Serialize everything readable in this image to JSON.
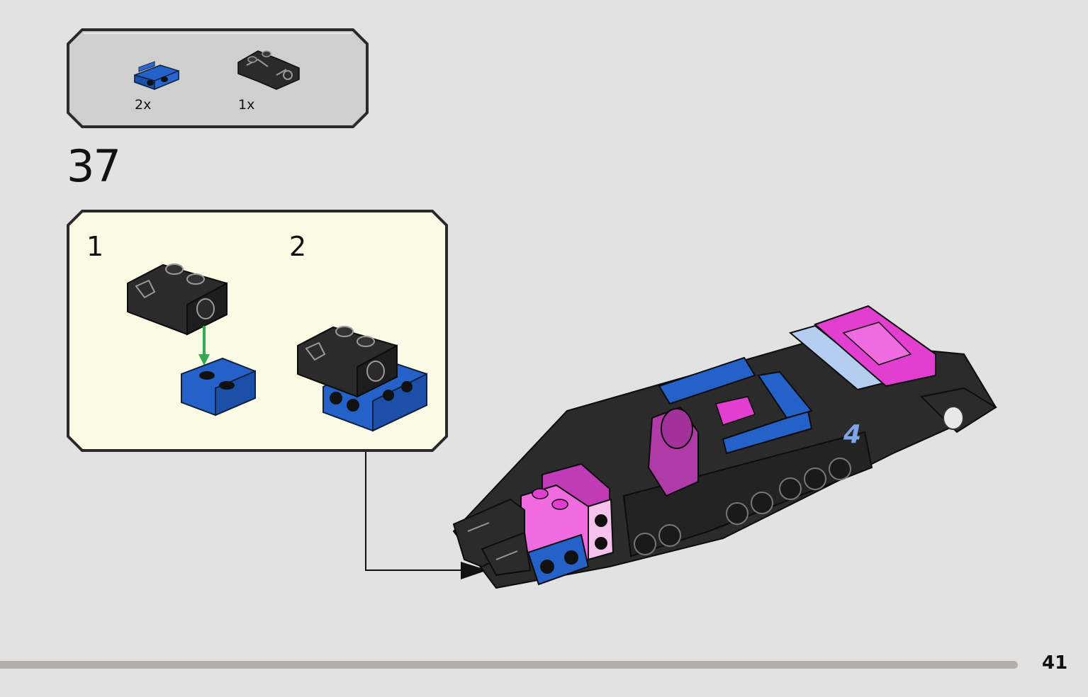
{
  "parts": [
    {
      "quantity": "2x",
      "color": "#2461c8",
      "icon": "blue-bracket-plate-icon"
    },
    {
      "quantity": "1x",
      "color": "#2b2b2b",
      "icon": "black-technic-bracket-icon"
    }
  ],
  "step": {
    "number": "37"
  },
  "substeps": [
    {
      "number": "1"
    },
    {
      "number": "2"
    }
  ],
  "arrows": {
    "insert_color": "#34a853"
  },
  "colors": {
    "background": "#e2e2e2",
    "callout": "#fcfbe6",
    "parts_panel": "#cfcfcf",
    "magenta": "#e23ed0",
    "light_blue": "#b5cdf0"
  },
  "page": {
    "number": "41"
  }
}
